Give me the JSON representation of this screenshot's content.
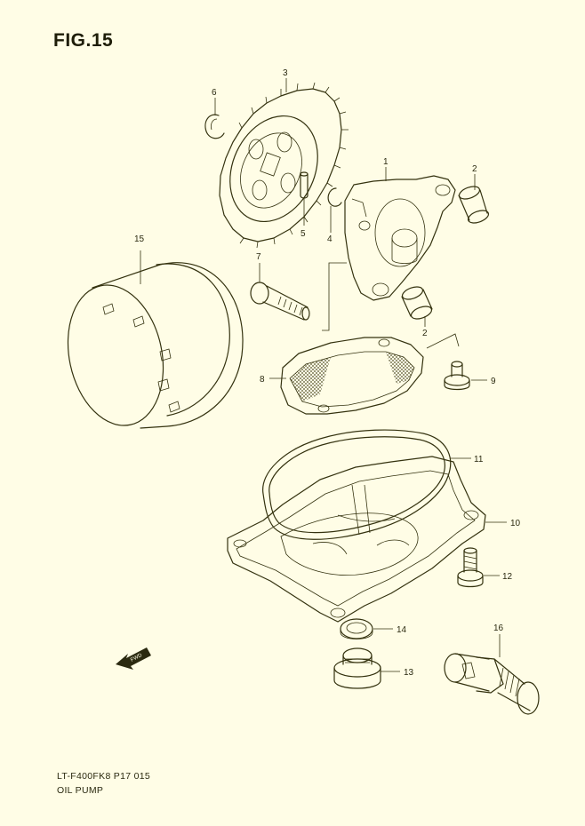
{
  "title": "FIG.15",
  "footer": {
    "code": "LT-F400FK8 P17  015",
    "name": "OIL PUMP"
  },
  "fwd_label": "FWD",
  "callouts": {
    "c1": "1",
    "c2a": "2",
    "c2b": "2",
    "c3": "3",
    "c4": "4",
    "c5": "5",
    "c6": "6",
    "c7": "7",
    "c8": "8",
    "c9": "9",
    "c10": "10",
    "c11": "11",
    "c12": "12",
    "c13": "13",
    "c14": "14",
    "c15": "15",
    "c16": "16"
  },
  "colors": {
    "background": "#fffde6",
    "ink": "#34320f"
  }
}
